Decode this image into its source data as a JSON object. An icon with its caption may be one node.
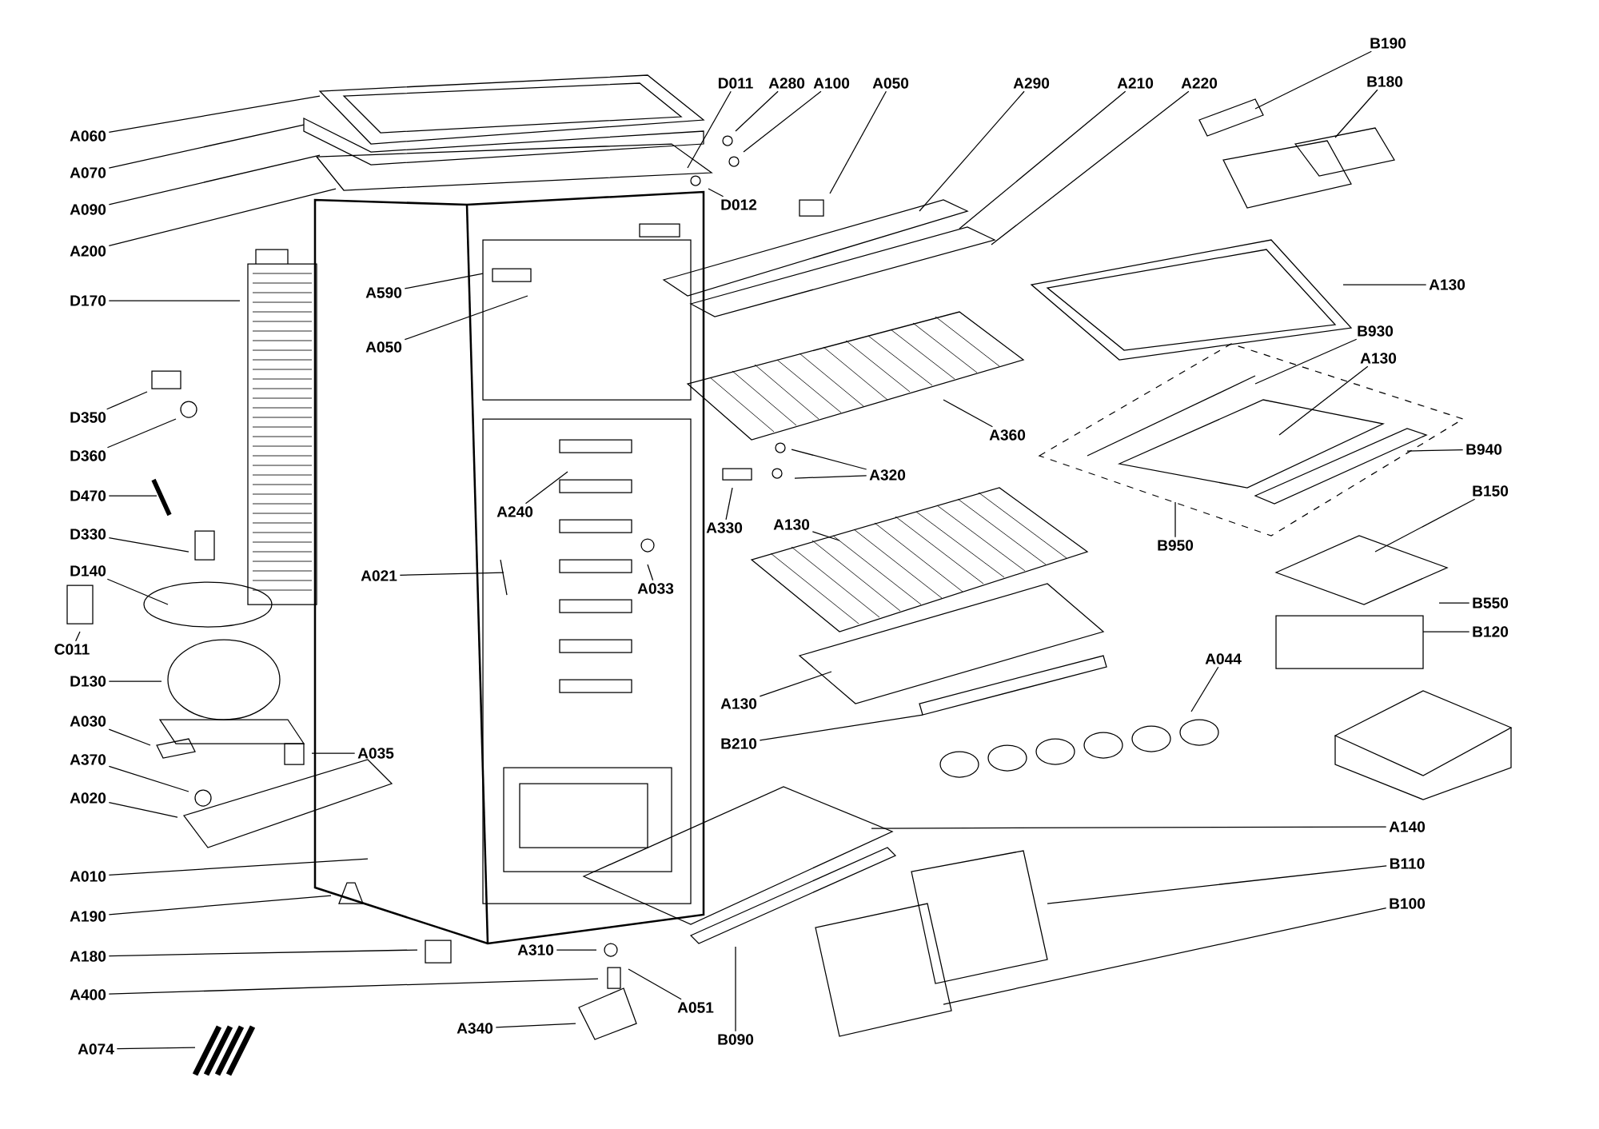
{
  "diagram": {
    "nodes": [
      {
        "text": [
          "A060"
        ]
      },
      {
        "text": [
          "A070"
        ]
      },
      {
        "text": [
          "A090"
        ]
      },
      {
        "text": [
          "A200"
        ]
      },
      {
        "text": [
          "D170"
        ]
      },
      {
        "text": [
          "D350"
        ]
      },
      {
        "text": [
          "D360"
        ]
      },
      {
        "text": [
          "D470"
        ]
      },
      {
        "text": [
          "D330"
        ]
      },
      {
        "text": [
          "D140"
        ]
      },
      {
        "text": [
          "C011"
        ]
      },
      {
        "text": [
          "D130"
        ]
      },
      {
        "text": [
          "A030"
        ]
      },
      {
        "text": [
          "A370"
        ]
      },
      {
        "text": [
          "A020"
        ]
      },
      {
        "text": [
          "A010"
        ]
      },
      {
        "text": [
          "A190"
        ]
      },
      {
        "text": [
          "A180"
        ]
      },
      {
        "text": [
          "A400"
        ]
      },
      {
        "text": [
          "A074"
        ]
      },
      {
        "text": [
          "A590"
        ]
      },
      {
        "text": [
          "A050"
        ]
      },
      {
        "text": [
          "A240"
        ]
      },
      {
        "text": [
          "A021"
        ]
      },
      {
        "text": [
          "A033"
        ]
      },
      {
        "text": [
          "A035"
        ]
      },
      {
        "text": [
          "D011"
        ]
      },
      {
        "text": [
          "A280"
        ]
      },
      {
        "text": [
          "A100"
        ]
      },
      {
        "text": [
          "A050"
        ]
      },
      {
        "text": [
          "D012"
        ]
      },
      {
        "text": [
          "A290"
        ]
      },
      {
        "text": [
          "A210"
        ]
      },
      {
        "text": [
          "A220"
        ]
      },
      {
        "text": [
          "B190"
        ]
      },
      {
        "text": [
          "B180"
        ]
      },
      {
        "text": [
          "A130"
        ]
      },
      {
        "text": [
          "B930"
        ]
      },
      {
        "text": [
          "A130"
        ]
      },
      {
        "text": [
          "B940"
        ]
      },
      {
        "text": [
          "B150"
        ]
      },
      {
        "text": [
          "B950"
        ]
      },
      {
        "text": [
          "B550"
        ]
      },
      {
        "text": [
          "B120"
        ]
      },
      {
        "text": [
          "A360"
        ]
      },
      {
        "text": [
          "A320"
        ]
      },
      {
        "text": [
          "A330"
        ]
      },
      {
        "text": [
          "A130"
        ]
      },
      {
        "text": [
          "A044"
        ]
      },
      {
        "text": [
          "A130"
        ]
      },
      {
        "text": [
          "B210"
        ]
      },
      {
        "text": [
          "A140"
        ]
      },
      {
        "text": [
          "B110"
        ]
      },
      {
        "text": [
          "B100"
        ]
      },
      {
        "text": [
          "A310"
        ]
      },
      {
        "text": [
          "A051"
        ]
      },
      {
        "text": [
          "A340"
        ]
      },
      {
        "text": [
          "B090"
        ]
      }
    ],
    "edges": [
      {
        "from": 0,
        "to": null,
        "arrow": "none"
      },
      {
        "from": 1,
        "to": null,
        "arrow": "none"
      },
      {
        "from": 2,
        "to": null,
        "arrow": "none"
      },
      {
        "from": 3,
        "to": null,
        "arrow": "none"
      },
      {
        "from": 4,
        "to": null,
        "arrow": "none"
      },
      {
        "from": 5,
        "to": null,
        "arrow": "none"
      },
      {
        "from": 6,
        "to": null,
        "arrow": "none"
      },
      {
        "from": 7,
        "to": null,
        "arrow": "none"
      },
      {
        "from": 8,
        "to": null,
        "arrow": "none"
      },
      {
        "from": 9,
        "to": null,
        "arrow": "none"
      },
      {
        "from": 10,
        "to": null,
        "arrow": "none"
      },
      {
        "from": 11,
        "to": null,
        "arrow": "none"
      },
      {
        "from": 12,
        "to": null,
        "arrow": "none"
      },
      {
        "from": 13,
        "to": null,
        "arrow": "none"
      },
      {
        "from": 14,
        "to": null,
        "arrow": "none"
      },
      {
        "from": 15,
        "to": null,
        "arrow": "none"
      },
      {
        "from": 16,
        "to": null,
        "arrow": "none"
      },
      {
        "from": 17,
        "to": null,
        "arrow": "none"
      },
      {
        "from": 18,
        "to": null,
        "arrow": "none"
      },
      {
        "from": 19,
        "to": null,
        "arrow": "none"
      },
      {
        "from": 20,
        "to": null,
        "arrow": "none"
      },
      {
        "from": 21,
        "to": null,
        "arrow": "none"
      },
      {
        "from": 22,
        "to": null,
        "arrow": "none"
      },
      {
        "from": 23,
        "to": null,
        "arrow": "none"
      },
      {
        "from": 24,
        "to": null,
        "arrow": "none"
      },
      {
        "from": 25,
        "to": null,
        "arrow": "none"
      },
      {
        "from": 26,
        "to": null,
        "arrow": "none"
      },
      {
        "from": 27,
        "to": null,
        "arrow": "none"
      },
      {
        "from": 28,
        "to": null,
        "arrow": "none"
      },
      {
        "from": 29,
        "to": null,
        "arrow": "none"
      },
      {
        "from": 30,
        "to": null,
        "arrow": "none"
      },
      {
        "from": 31,
        "to": null,
        "arrow": "none"
      },
      {
        "from": 32,
        "to": null,
        "arrow": "none"
      },
      {
        "from": 33,
        "to": null,
        "arrow": "none"
      },
      {
        "from": 34,
        "to": null,
        "arrow": "none"
      },
      {
        "from": 35,
        "to": null,
        "arrow": "none"
      },
      {
        "from": 36,
        "to": null,
        "arrow": "none"
      },
      {
        "from": 37,
        "to": null,
        "arrow": "none"
      },
      {
        "from": 38,
        "to": null,
        "arrow": "none"
      },
      {
        "from": 39,
        "to": null,
        "arrow": "none"
      },
      {
        "from": 40,
        "to": null,
        "arrow": "none"
      },
      {
        "from": 41,
        "to": null,
        "arrow": "none"
      },
      {
        "from": 42,
        "to": null,
        "arrow": "none"
      },
      {
        "from": 43,
        "to": null,
        "arrow": "none"
      },
      {
        "from": 44,
        "to": null,
        "arrow": "none"
      },
      {
        "from": 45,
        "to": null,
        "arrow": "none"
      },
      {
        "from": 45,
        "to": null,
        "arrow": "none"
      },
      {
        "from": 46,
        "to": null,
        "arrow": "none"
      },
      {
        "from": 47,
        "to": null,
        "arrow": "none"
      },
      {
        "from": 48,
        "to": null,
        "arrow": "none"
      },
      {
        "from": 49,
        "to": null,
        "arrow": "none"
      },
      {
        "from": 50,
        "to": null,
        "arrow": "none"
      },
      {
        "from": 51,
        "to": null,
        "arrow": "none"
      },
      {
        "from": 52,
        "to": null,
        "arrow": "none"
      },
      {
        "from": 53,
        "to": null,
        "arrow": "none"
      },
      {
        "from": 54,
        "to": null,
        "arrow": "none"
      },
      {
        "from": 55,
        "to": null,
        "arrow": "none"
      },
      {
        "from": 56,
        "to": null,
        "arrow": "none"
      },
      {
        "from": 57,
        "to": null,
        "arrow": "none"
      }
    ]
  }
}
